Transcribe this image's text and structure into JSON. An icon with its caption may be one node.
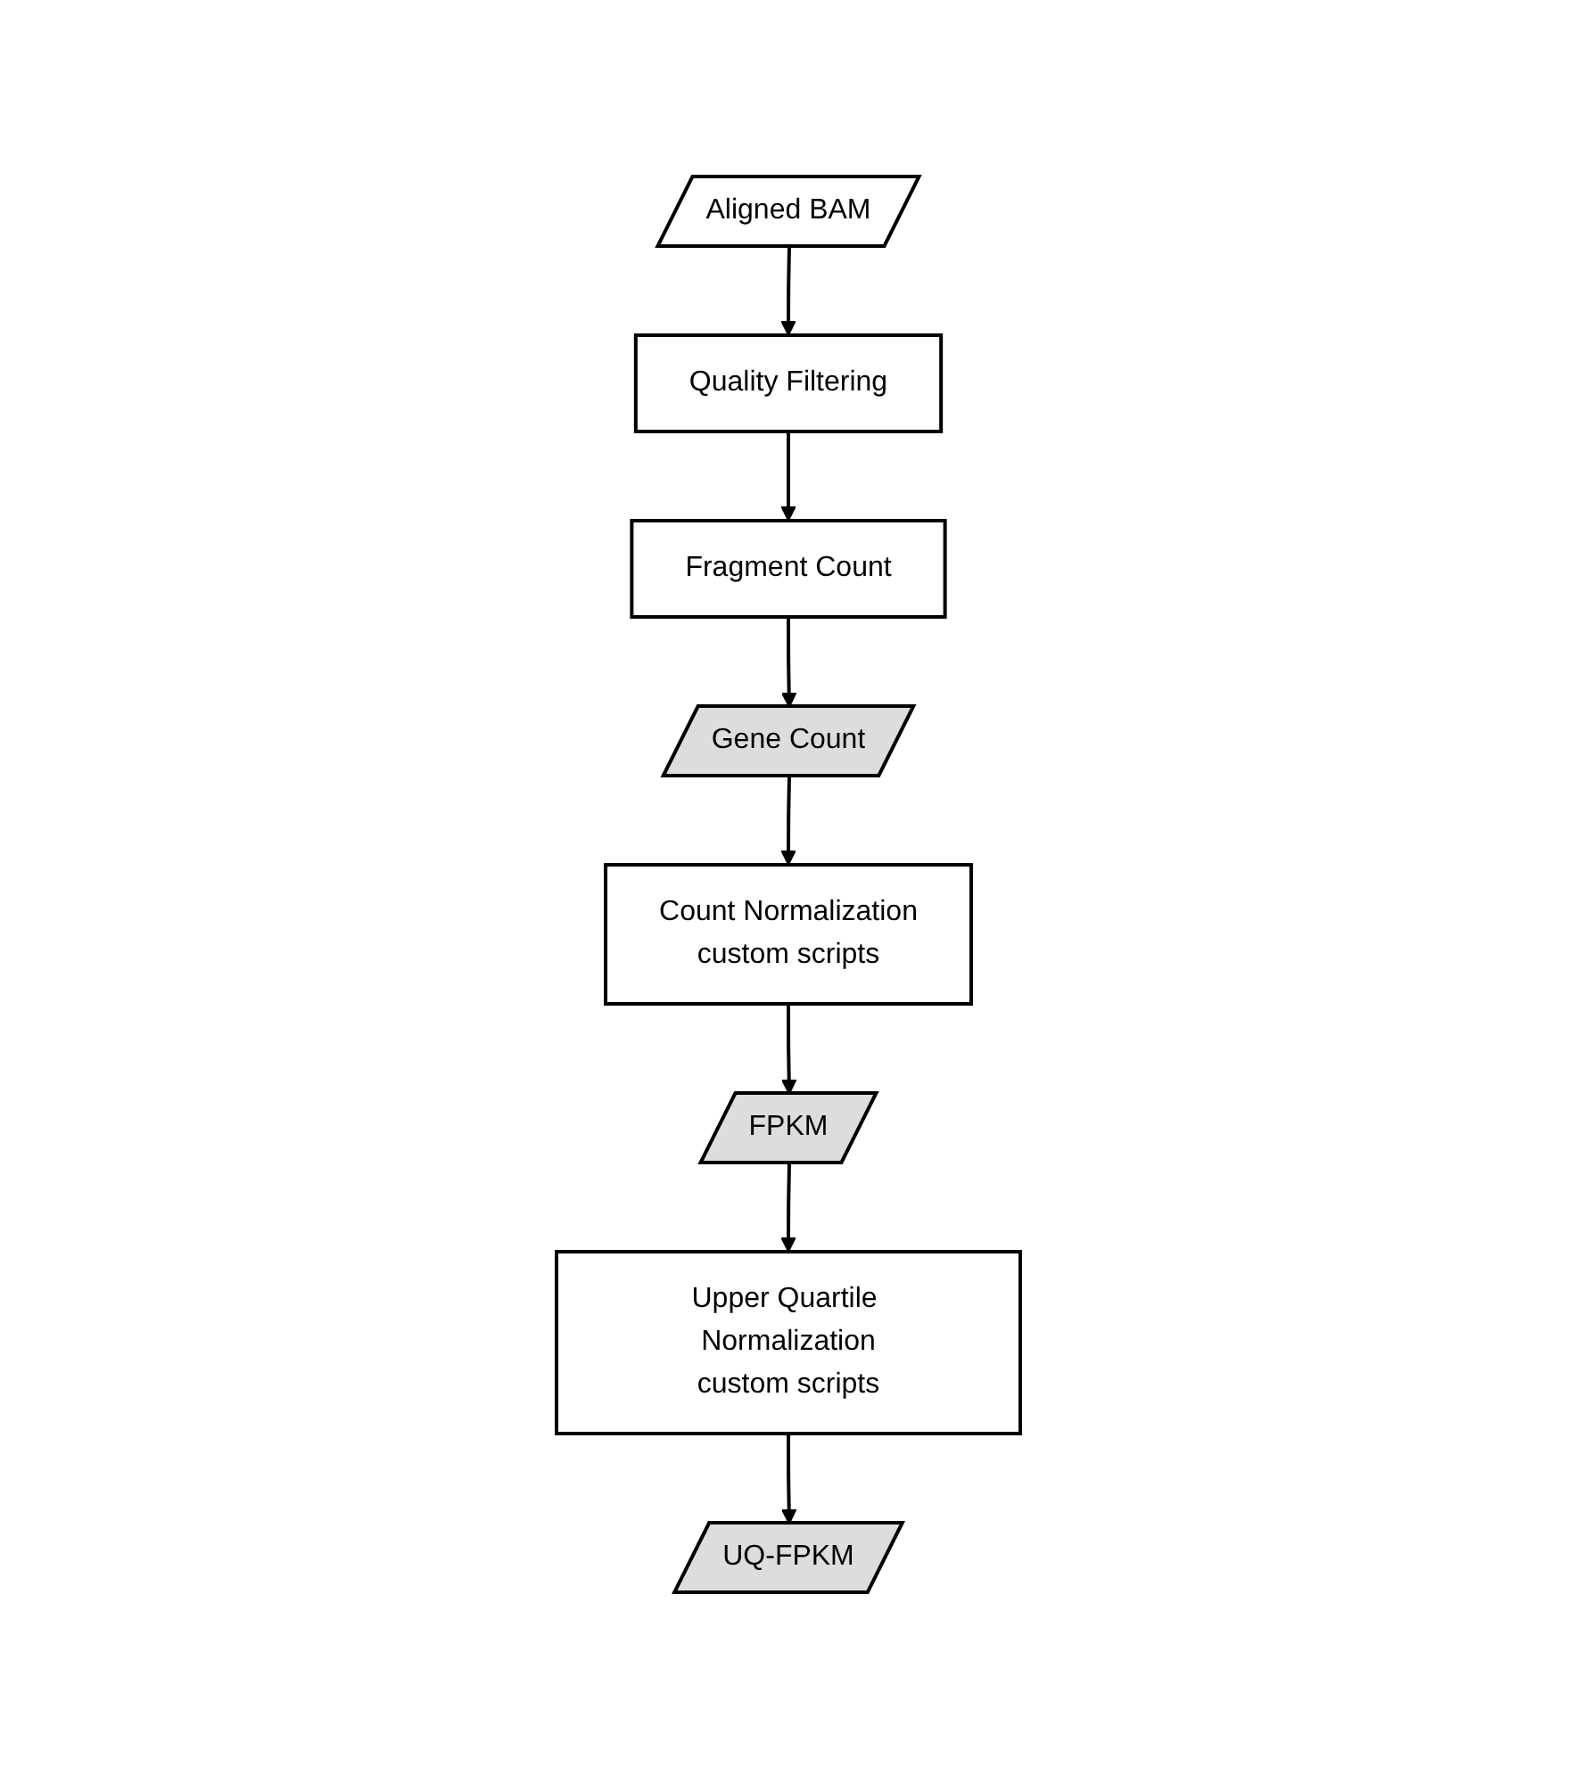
{
  "diagram": {
    "nodes": [
      {
        "text": [
          "Aligned BAM"
        ]
      },
      {
        "text": [
          "Quality Filtering"
        ]
      },
      {
        "text": [
          "Fragment Count"
        ]
      },
      {
        "text": [
          "Gene Count"
        ]
      },
      {
        "text": [
          "Count Normalization",
          "custom scripts"
        ]
      },
      {
        "text": [
          "FPKM"
        ]
      },
      {
        "text": [
          "Upper Quartile Normalization",
          "custom scripts"
        ]
      },
      {
        "text": [
          "UQ-FPKM"
        ]
      }
    ],
    "edges": [
      {
        "from": 0,
        "to": 1,
        "arrow": "to"
      },
      {
        "from": 1,
        "to": 2,
        "arrow": "to"
      },
      {
        "from": 2,
        "to": 3,
        "arrow": "to"
      },
      {
        "from": 3,
        "to": 4,
        "arrow": "to"
      },
      {
        "from": 4,
        "to": 5,
        "arrow": "to"
      },
      {
        "from": 5,
        "to": 6,
        "arrow": "to"
      },
      {
        "from": 6,
        "to": 7,
        "arrow": "to"
      }
    ]
  }
}
